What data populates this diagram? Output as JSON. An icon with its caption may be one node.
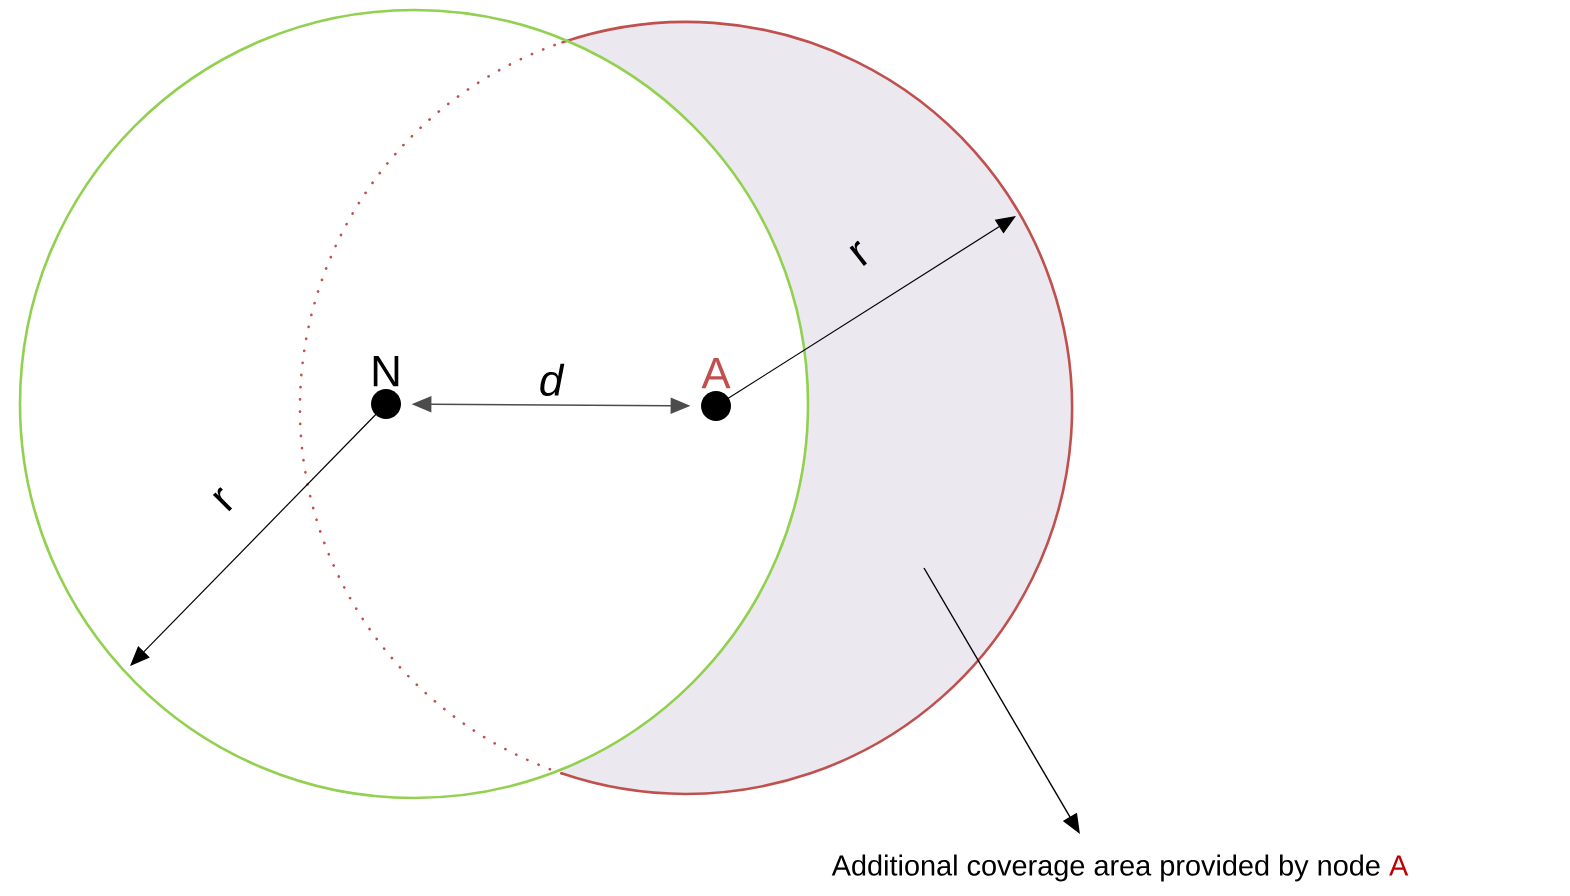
{
  "diagram": {
    "nodes": [
      {
        "text": [
          "N"
        ]
      },
      {
        "text": [
          "A"
        ]
      },
      {
        "text": [
          "Additional coverage area provided by node",
          "A"
        ]
      }
    ],
    "edges": [
      {
        "from": 0,
        "to": 1,
        "arrow": "both",
        "label": "d"
      },
      {
        "from": null,
        "to": 2,
        "arrow": "to"
      }
    ],
    "labels": [
      "r",
      "r"
    ]
  }
}
